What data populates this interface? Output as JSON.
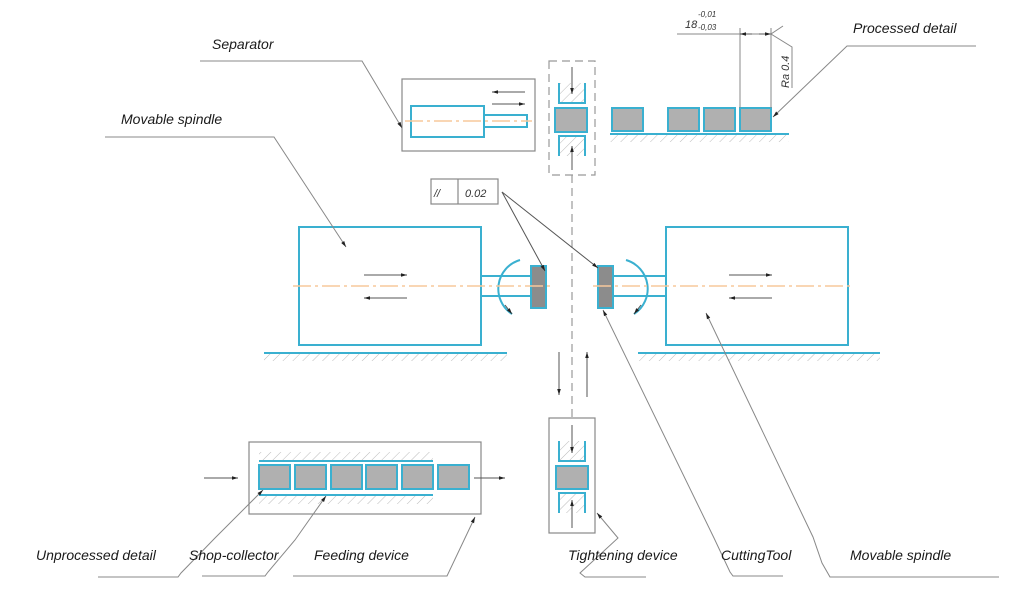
{
  "diagram": {
    "labels": {
      "separator": "Separator",
      "movable_spindle_left": "Movable spindle",
      "processed_detail": "Processed detail",
      "unprocessed_detail": "Unprocessed detail",
      "shop_collector": "Shop-collector",
      "feeding_device": "Feeding device",
      "tightening_device": "Tightening device",
      "cutting_tool": "CuttingTool",
      "movable_spindle_right": "Movable spindle"
    },
    "annotations": {
      "tolerance_symbol": "//",
      "tolerance_value": "0.02",
      "dimension_nominal": "18",
      "dimension_upper": "-0,01",
      "dimension_lower": "-0,03",
      "roughness": "Ra 0.4"
    },
    "colors": {
      "part_outline": "#3ab0d0",
      "part_fill": "#b0b0b0",
      "tool_fill": "#8c8c8c",
      "centerline": "#f7c89c",
      "leader": "#888888"
    }
  }
}
